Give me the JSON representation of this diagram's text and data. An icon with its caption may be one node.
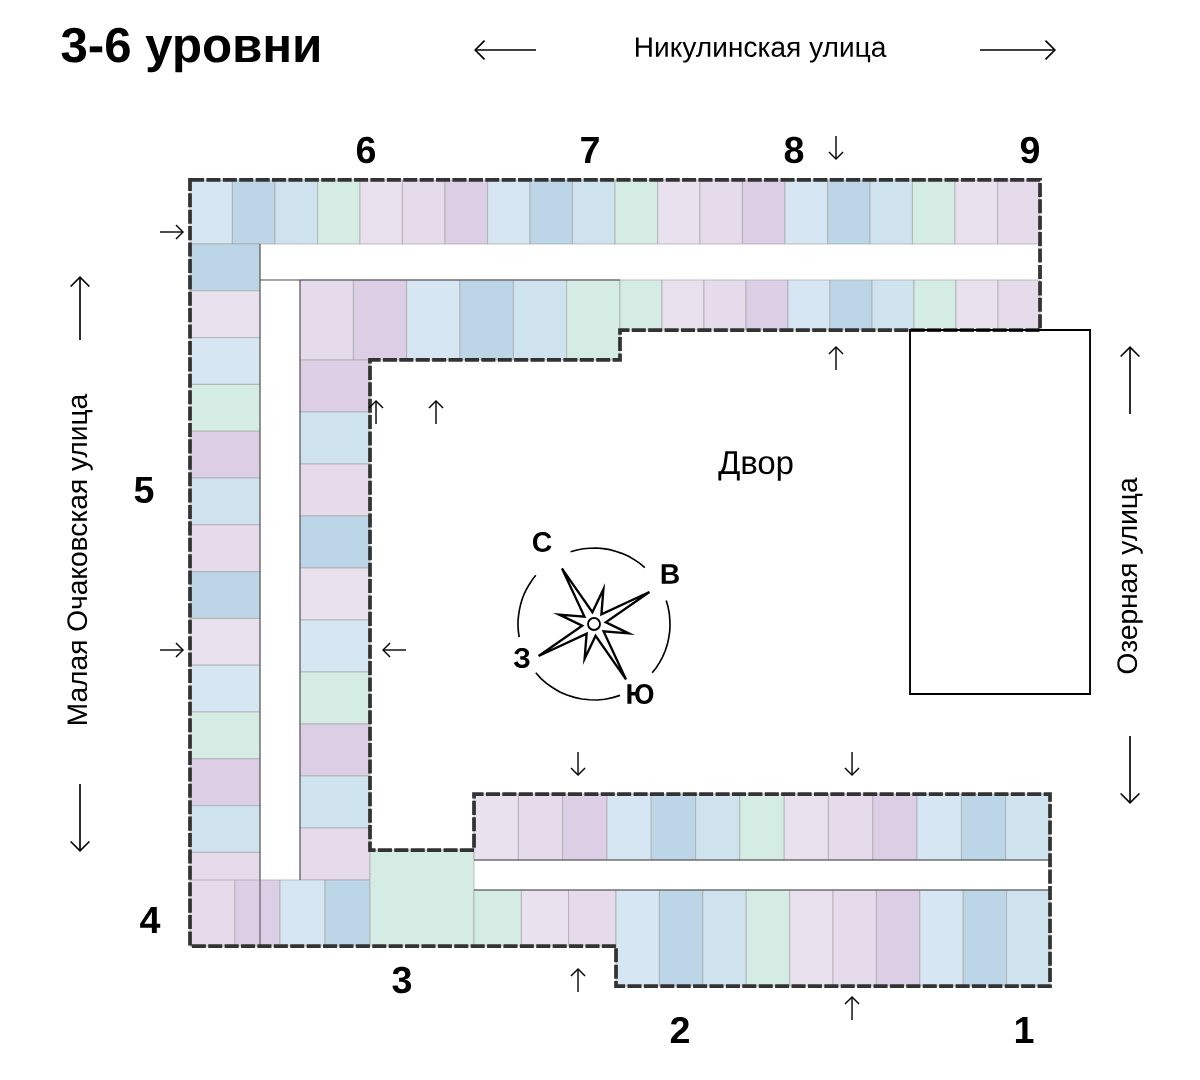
{
  "diagram": {
    "title": "3-6 уровни",
    "labels": [
      "Никулинская улица",
      "6",
      "7",
      "8",
      "9",
      "Малая Очаковская улица",
      "5",
      "Двор",
      "Озерная улица",
      "С",
      "В",
      "З",
      "Ю",
      "4",
      "3",
      "2",
      "1"
    ]
  }
}
